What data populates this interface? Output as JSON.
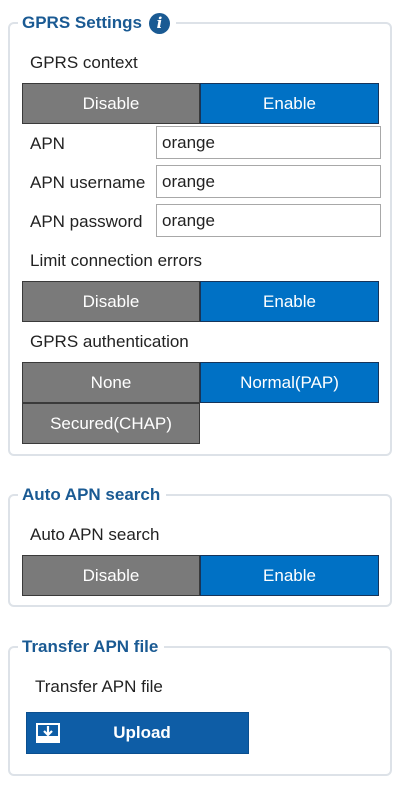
{
  "gprs": {
    "title": "GPRS Settings",
    "info_icon": "info-icon",
    "context_label": "GPRS context",
    "context_options": [
      "Disable",
      "Enable"
    ],
    "context_selected": "Enable",
    "apn_label": "APN",
    "apn_value": "orange",
    "username_label": "APN username",
    "username_value": "orange",
    "password_label": "APN password",
    "password_value": "orange",
    "limit_label": "Limit connection errors",
    "limit_options": [
      "Disable",
      "Enable"
    ],
    "limit_selected": "Enable",
    "auth_label": "GPRS authentication",
    "auth_options": [
      "None",
      "Normal(PAP)",
      "Secured(CHAP)"
    ],
    "auth_selected": "Normal(PAP)"
  },
  "auto_apn": {
    "title": "Auto APN search",
    "label": "Auto APN search",
    "options": [
      "Disable",
      "Enable"
    ],
    "selected": "Enable"
  },
  "transfer": {
    "title": "Transfer APN file",
    "label": "Transfer APN file",
    "upload_label": "Upload",
    "upload_icon": "upload-icon"
  },
  "colors": {
    "accent": "#0071c5",
    "inactive": "#7a7a7a",
    "legend": "#1a5a93",
    "border": "#dde2e8"
  }
}
